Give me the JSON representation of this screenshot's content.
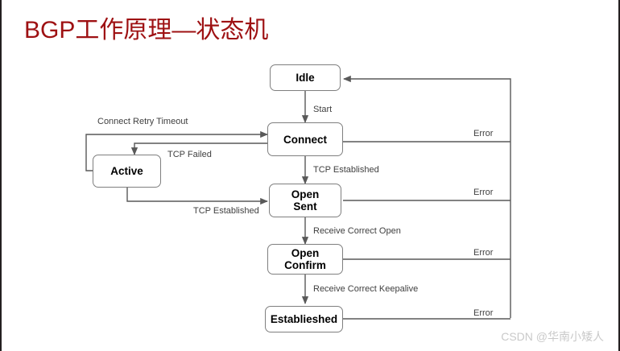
{
  "page": {
    "title": "BGP工作原理—状态机",
    "title_color": "#9e1113",
    "background": "#ffffff",
    "watermark": "CSDN @华南小矮人"
  },
  "diagram": {
    "type": "state-machine",
    "box_border_color": "#7f7f7f",
    "line_color": "#595959",
    "label_color": "#3f3f3f",
    "states": [
      {
        "id": "idle",
        "label": "Idle",
        "line1": "Idle",
        "line2": ""
      },
      {
        "id": "connect",
        "label": "Connect",
        "line1": "Connect",
        "line2": ""
      },
      {
        "id": "active",
        "label": "Active",
        "line1": "Active",
        "line2": ""
      },
      {
        "id": "open-sent",
        "label": "Open Sent",
        "line1": "Open",
        "line2": "Sent"
      },
      {
        "id": "open-confirm",
        "label": "Open Confirm",
        "line1": "Open",
        "line2": "Confirm"
      },
      {
        "id": "established",
        "label": "Establieshed",
        "line1": "Establieshed",
        "line2": ""
      }
    ],
    "transitions": [
      {
        "id": "t-start",
        "from": "idle",
        "to": "connect",
        "label": "Start"
      },
      {
        "id": "t-connect-retry",
        "from": "active",
        "to": "connect",
        "label": "Connect Retry Timeout"
      },
      {
        "id": "t-tcp-failed",
        "from": "connect",
        "to": "active",
        "label": "TCP Failed"
      },
      {
        "id": "t-tcp-est-connect",
        "from": "connect",
        "to": "open-sent",
        "label": "TCP Established"
      },
      {
        "id": "t-tcp-est-active",
        "from": "active",
        "to": "open-sent",
        "label": "TCP Established"
      },
      {
        "id": "t-recv-open",
        "from": "open-sent",
        "to": "open-confirm",
        "label": "Receive Correct Open"
      },
      {
        "id": "t-recv-keepalive",
        "from": "open-confirm",
        "to": "established",
        "label": "Receive Correct Keepalive"
      },
      {
        "id": "t-error-connect",
        "from": "connect",
        "to": "idle",
        "label": "Error"
      },
      {
        "id": "t-error-open-sent",
        "from": "open-sent",
        "to": "idle",
        "label": "Error"
      },
      {
        "id": "t-error-open-confirm",
        "from": "open-confirm",
        "to": "idle",
        "label": "Error"
      },
      {
        "id": "t-error-established",
        "from": "established",
        "to": "idle",
        "label": "Error"
      }
    ]
  }
}
